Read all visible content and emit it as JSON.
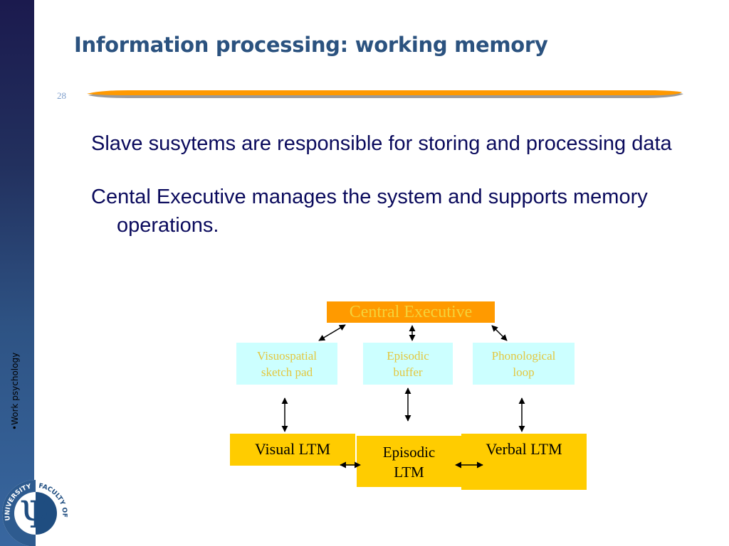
{
  "slide": {
    "title": "Information processing: working memory",
    "number": "28",
    "sidebar_label": "•Work psychology",
    "logo": {
      "name": "university-of-warsaw-faculty-of-psychology-logo",
      "text_left": "UNIVERSITY OF WARSAW",
      "text_right": "FACULTY OF PSYCHOLOGY",
      "symbol": "Ψ"
    }
  },
  "bullets": [
    "Slave susytems are responsible for storing and processing data",
    "Cental Executive manages the system and supports memory operations."
  ],
  "diagram": {
    "central_executive": "Central Executive",
    "subsystems": {
      "visuospatial": [
        "Visuospatial",
        "sketch pad"
      ],
      "episodic_buffer": [
        "Episodic",
        "buffer"
      ],
      "phonological": [
        "Phonological",
        "loop"
      ]
    },
    "ltm": {
      "visual": "Visual LTM",
      "episodic": [
        "Episodic",
        "LTM"
      ],
      "verbal": "Verbal LTM"
    },
    "colors": {
      "central_executive_fill": "#ff9a00",
      "subsystem_fill": "#ccffff",
      "ltm_fill": "#ffcc00",
      "title": "#2b527f",
      "accent_rule": "#ff9900"
    }
  }
}
